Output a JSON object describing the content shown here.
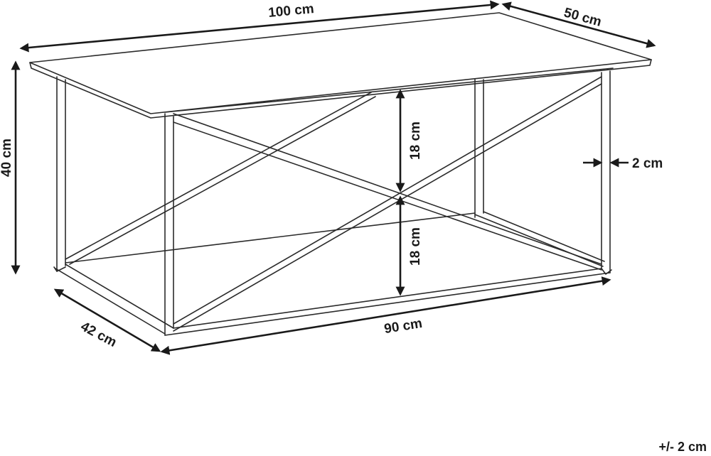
{
  "labels": {
    "top_length": "100 cm",
    "top_depth": "50 cm",
    "height": "40 cm",
    "upper_gap": "18 cm",
    "lower_gap": "18 cm",
    "tube_width": "2 cm",
    "base_depth": "42 cm",
    "base_length": "90 cm"
  },
  "tolerance": "+/- 2 cm"
}
